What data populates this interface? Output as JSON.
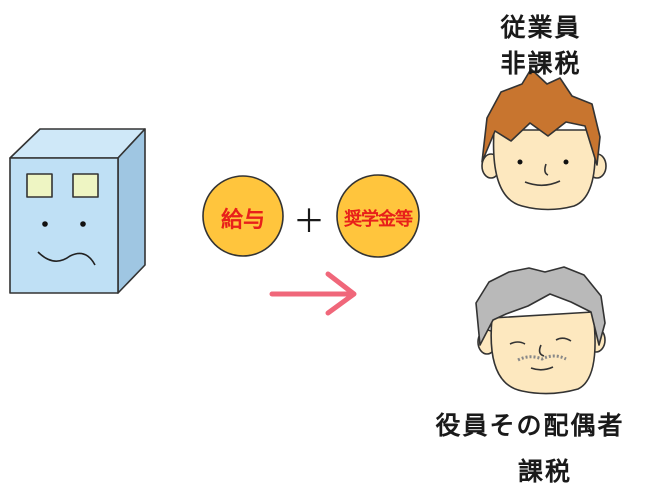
{
  "coins": {
    "salary": "給与",
    "scholarship": "奨学金等"
  },
  "plus": "＋",
  "employee": {
    "line1": "従業員",
    "line2": "非課税"
  },
  "officer": {
    "line1": "役員その配偶者",
    "line2": "課税"
  },
  "colors": {
    "coin_fill": "#ffc53d",
    "coin_text": "#e8201a",
    "arrow": "#f0677a",
    "building": "#bfe0f5",
    "window": "#eef5c3",
    "skin": "#fde8bf",
    "brown_hair": "#c8752f",
    "gray_hair": "#b9b9b9"
  }
}
